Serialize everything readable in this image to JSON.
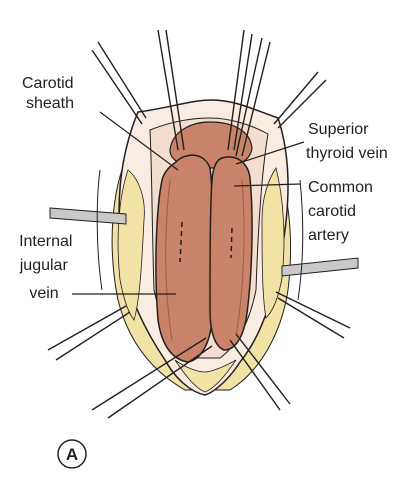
{
  "figure": {
    "panel_letter": "A",
    "labels": {
      "carotid_sheath": [
        "Carotid",
        "sheath"
      ],
      "superior_thyroid_vein": [
        "Superior",
        "thyroid vein"
      ],
      "common_carotid_artery": [
        "Common",
        "carotid",
        "artery"
      ],
      "internal_jugular_vein": [
        "Internal",
        "jugular",
        "vein"
      ]
    }
  },
  "colors": {
    "skin": "#f8ece3",
    "fat": "#f1e2a6",
    "vessel": "#c98368",
    "vessel_dark": "#a35a45",
    "outline": "#231f20",
    "retractor": "#c9c9c9"
  }
}
